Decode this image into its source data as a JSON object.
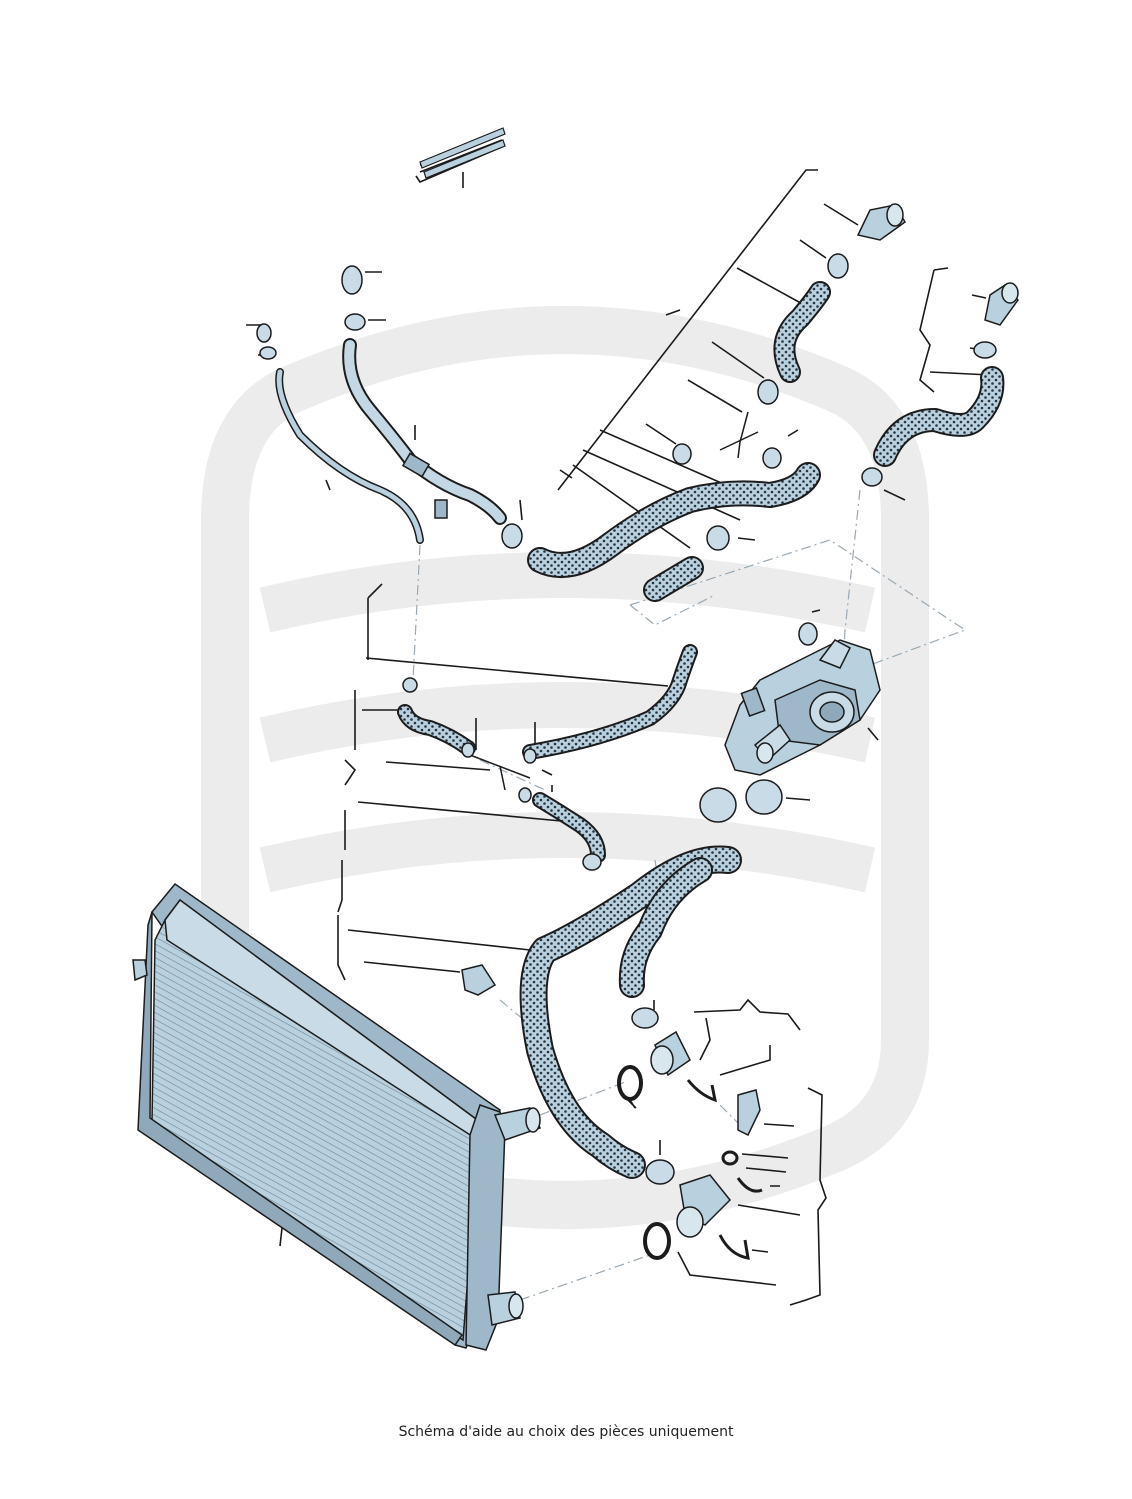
{
  "caption": "Schéma d'aide au choix des pièces uniquement",
  "colors": {
    "part_fill": "#b9d0df",
    "part_shade": "#8fa9bb",
    "outline": "#1c1c1c",
    "watermark": "#ececec",
    "leader_dash": "#9aa9b4"
  },
  "parts": [
    {
      "name": "radiator"
    },
    {
      "name": "main-coolant-hose"
    },
    {
      "name": "upper-coolant-hose"
    },
    {
      "name": "thermostat-housing"
    },
    {
      "name": "bleed-pipe"
    },
    {
      "name": "metal-coolant-pipe"
    },
    {
      "name": "small-hose-with-t-piece"
    },
    {
      "name": "cable-ties"
    },
    {
      "name": "hose-clamps"
    },
    {
      "name": "o-rings"
    },
    {
      "name": "retaining-clips"
    },
    {
      "name": "temperature-sensor"
    },
    {
      "name": "connection-flanges"
    }
  ]
}
